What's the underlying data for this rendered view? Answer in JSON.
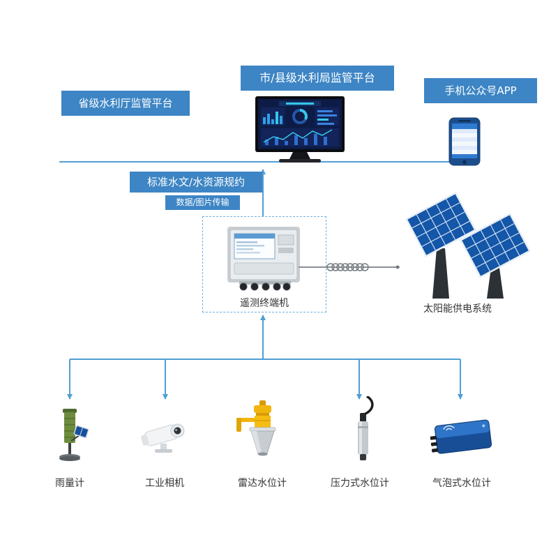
{
  "diagram": {
    "title_hint": "hydrology telemetry system architecture",
    "platforms": {
      "provincial": "省级水利厅监管平台",
      "city_county": "市/县级水利局监管平台",
      "mobile_app": "手机公众号APP"
    },
    "links": {
      "protocol": "标准水文/水资源规约",
      "data_transfer": "数据/图片传输"
    },
    "center": {
      "rtu_label": "遥测终端机"
    },
    "power": {
      "solar_label": "太阳能供电系统"
    },
    "sensors": [
      {
        "label": "雨量计"
      },
      {
        "label": "工业相机"
      },
      {
        "label": "雷达水位计"
      },
      {
        "label": "压力式水位计"
      },
      {
        "label": "气泡式水位计"
      }
    ],
    "colors": {
      "box_blue": "#3d85c4",
      "line_blue": "#4f9fd4",
      "solar_panel_blue": "#1456a8",
      "device_yellow": "#f2b50d",
      "bubble_device_blue": "#2e74c8",
      "dashboard_navy": "#0d1c46",
      "text_dark": "#333333"
    }
  }
}
